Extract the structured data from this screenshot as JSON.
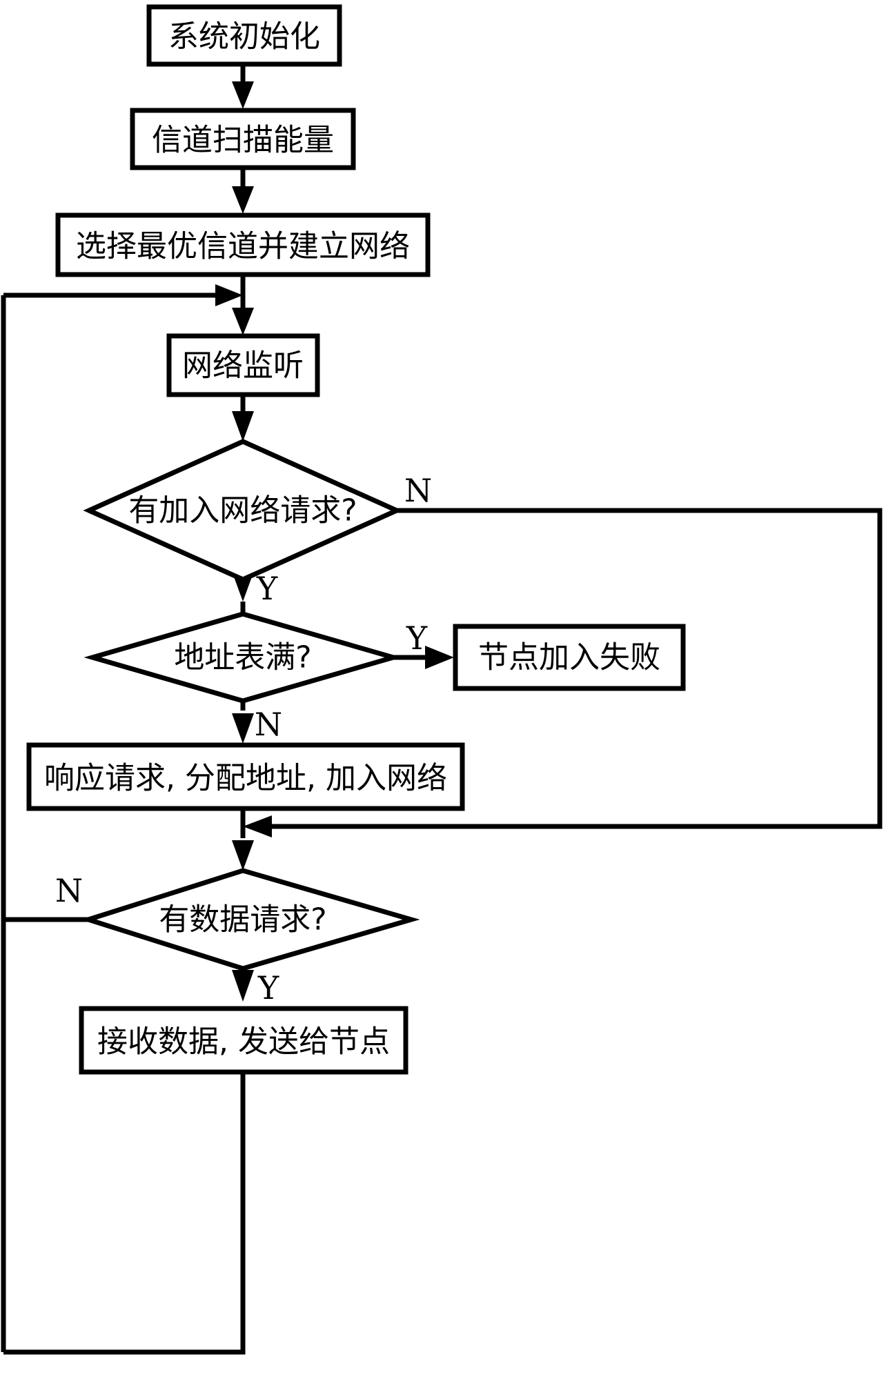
{
  "diagram": {
    "type": "flowchart",
    "title": "",
    "orientation": "top-to-bottom",
    "background_color": "#ffffff",
    "line_color": "#000000",
    "nodes": [
      {
        "id": "n1",
        "shape": "process",
        "label": "系统初始化"
      },
      {
        "id": "n2",
        "shape": "process",
        "label": "信道扫描能量"
      },
      {
        "id": "n3",
        "shape": "process",
        "label": "选择最优信道并建立网络"
      },
      {
        "id": "n4",
        "shape": "process",
        "label": "网络监听"
      },
      {
        "id": "d1",
        "shape": "decision",
        "label": "有加入网络请求?"
      },
      {
        "id": "d2",
        "shape": "decision",
        "label": "地址表满?"
      },
      {
        "id": "n5",
        "shape": "process",
        "label": "节点加入失败"
      },
      {
        "id": "n6",
        "shape": "process",
        "label": "响应请求, 分配地址, 加入网络"
      },
      {
        "id": "d3",
        "shape": "decision",
        "label": "有数据请求?"
      },
      {
        "id": "n7",
        "shape": "process",
        "label": "接收数据, 发送给节点"
      }
    ],
    "edges": [
      {
        "from": "n1",
        "to": "n2",
        "label": ""
      },
      {
        "from": "n2",
        "to": "n3",
        "label": ""
      },
      {
        "from": "n3",
        "to": "n4",
        "label": ""
      },
      {
        "from": "n4",
        "to": "d1",
        "label": ""
      },
      {
        "from": "d1",
        "to": "d2",
        "label": "Y"
      },
      {
        "from": "d1",
        "to": "merge-after-n6",
        "label": "N"
      },
      {
        "from": "d2",
        "to": "n5",
        "label": "Y"
      },
      {
        "from": "d2",
        "to": "n6",
        "label": "N"
      },
      {
        "from": "n6",
        "to": "d3",
        "label": ""
      },
      {
        "from": "d3",
        "to": "n4",
        "label": "N"
      },
      {
        "from": "d3",
        "to": "n7",
        "label": "Y"
      },
      {
        "from": "n7",
        "to": "n4",
        "label": ""
      }
    ],
    "branch_labels": {
      "d1_no": "N",
      "d1_yes": "Y",
      "d2_yes": "Y",
      "d2_no": "N",
      "d3_no": "N",
      "d3_yes": "Y"
    }
  }
}
